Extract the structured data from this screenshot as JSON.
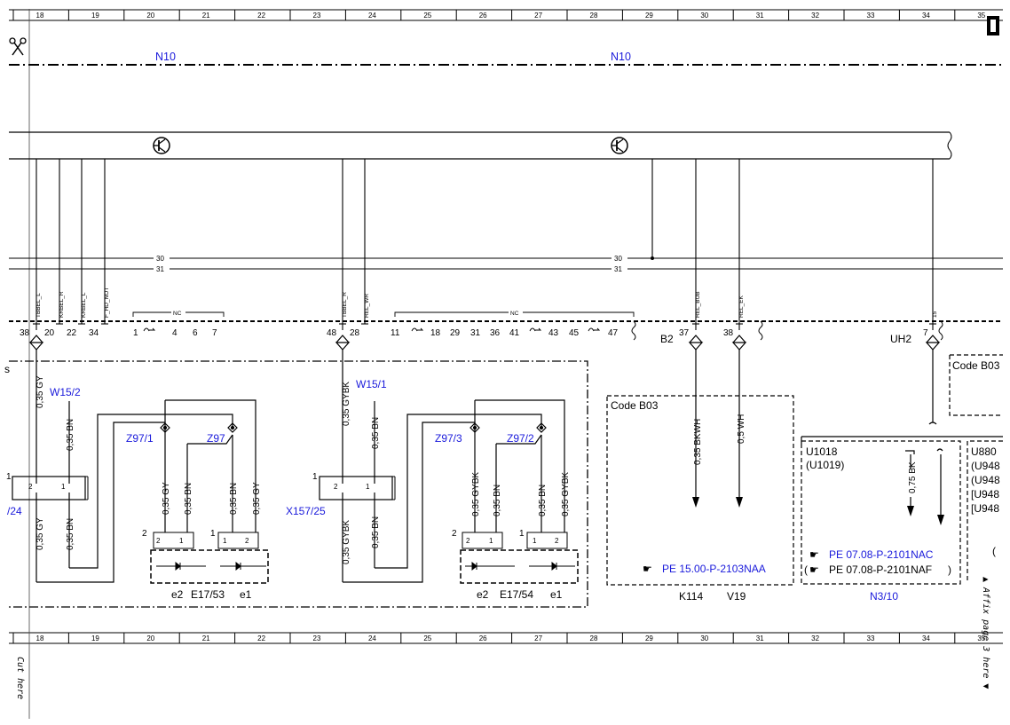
{
  "ruler": {
    "columns": [
      "18",
      "19",
      "20",
      "21",
      "22",
      "23",
      "24",
      "25",
      "26",
      "27",
      "28",
      "29",
      "30",
      "31",
      "32",
      "33",
      "34",
      "35"
    ]
  },
  "cut_label": "Cut here",
  "affix_label": "▲ Affix page 3 here ▼",
  "module": {
    "left_name": "N10",
    "right_name": "N10"
  },
  "buses": {
    "bus30_left": "30",
    "bus31_left": "31",
    "bus30_right": "30",
    "bus31_right": "31"
  },
  "signals": [
    "TBBEL_L",
    "KRBEL_R",
    "KRBEL_L",
    "F_HD_NOT",
    "TBBEL_R",
    "REL_WR",
    "REL_BUB",
    "REL_EK",
    "15"
  ],
  "pins": {
    "p38a": "38",
    "p20": "20",
    "p22": "22",
    "p34": "34",
    "nc_a": [
      "1",
      "4",
      "6",
      "7"
    ],
    "p48": "48",
    "p28": "28",
    "nc_b": [
      "11",
      "18",
      "29",
      "31",
      "36",
      "41",
      "43",
      "45",
      "47"
    ],
    "p37": "37",
    "p38b": "38",
    "p7": "7",
    "nc_label_a": "NC",
    "nc_label_b": "NC"
  },
  "connectors": {
    "b2": "B2",
    "uh2": "UH2"
  },
  "wires": {
    "w_gy_left": "0,35 GY",
    "w_bn_left": "0,35 BN",
    "w_gy_left_lower": "0,35 GY",
    "w_bn_left_lower": "0,35 BN",
    "w_gy_z97": "0,35 GY",
    "w_bn_z97": "0,35 BN",
    "w_bn_z97b": "0,35 BN",
    "w_gy_z97b": "0,35 GY",
    "w_gybk_mid": "0,35 GYBK",
    "w_bn_mid": "0,35 BN",
    "w_gybk_mid_lower": "0,35 GYBK",
    "w_bn_mid_lower": "0,35 BN",
    "w_gybk_z973": "0,35 GYBK",
    "w_bn_z973": "0,35 BN",
    "w_bn_z972": "0,35 BN",
    "w_gybk_z972": "0,35 GYBK",
    "w_bkwh": "0,35 BKWH",
    "w_wh": "0,5 WH",
    "w_bk": "0,75 BK"
  },
  "labels": {
    "w15_2": "W15/2",
    "w15_1": "W15/1",
    "z97_1": "Z97/1",
    "z97": "Z97",
    "z97_3": "Z97/3",
    "z97_2": "Z97/2",
    "x157_25": "X157/25",
    "left_conn": "/24",
    "left_pin1": "1",
    "mid_pin1": "1",
    "e2a": "e2",
    "e17_53": "E17/53",
    "e1a": "e1",
    "e2b": "e2",
    "e17_54": "E17/54",
    "e1b": "e1",
    "k114": "K114",
    "v19": "V19",
    "n3_10": "N3/10",
    "pin2a": "2",
    "pin1a": "1",
    "pin2b": "2",
    "pin1b": "1",
    "s_1a": "1",
    "s_2a": "2",
    "s_1b": "1",
    "s_2b": "2",
    "s_1c": "1",
    "s_2c": "2",
    "s_1d": "1",
    "s_2d": "2",
    "s_1e": "1",
    "s_2e": "2",
    "s_1f": "1",
    "s_2f": "2"
  },
  "codes": {
    "code_b03_mid": "Code B03",
    "code_b03_right": "Code B03"
  },
  "refs": {
    "ref_k114": "PE 15.00-P-2103NAA",
    "ref_n3_nac": "PE 07.08-P-2101NAC",
    "ref_n3_naf": "PE 07.08-P-2101NAF",
    "paren_open": "(",
    "paren_close": ")"
  },
  "u_codes": {
    "u1018": "U1018",
    "u1019": "(U1019)",
    "u880": "U880",
    "u948a": "(U948",
    "u948b": "(U948",
    "u948c": "[U948",
    "u948d": "[U948",
    "u_paren": "("
  }
}
